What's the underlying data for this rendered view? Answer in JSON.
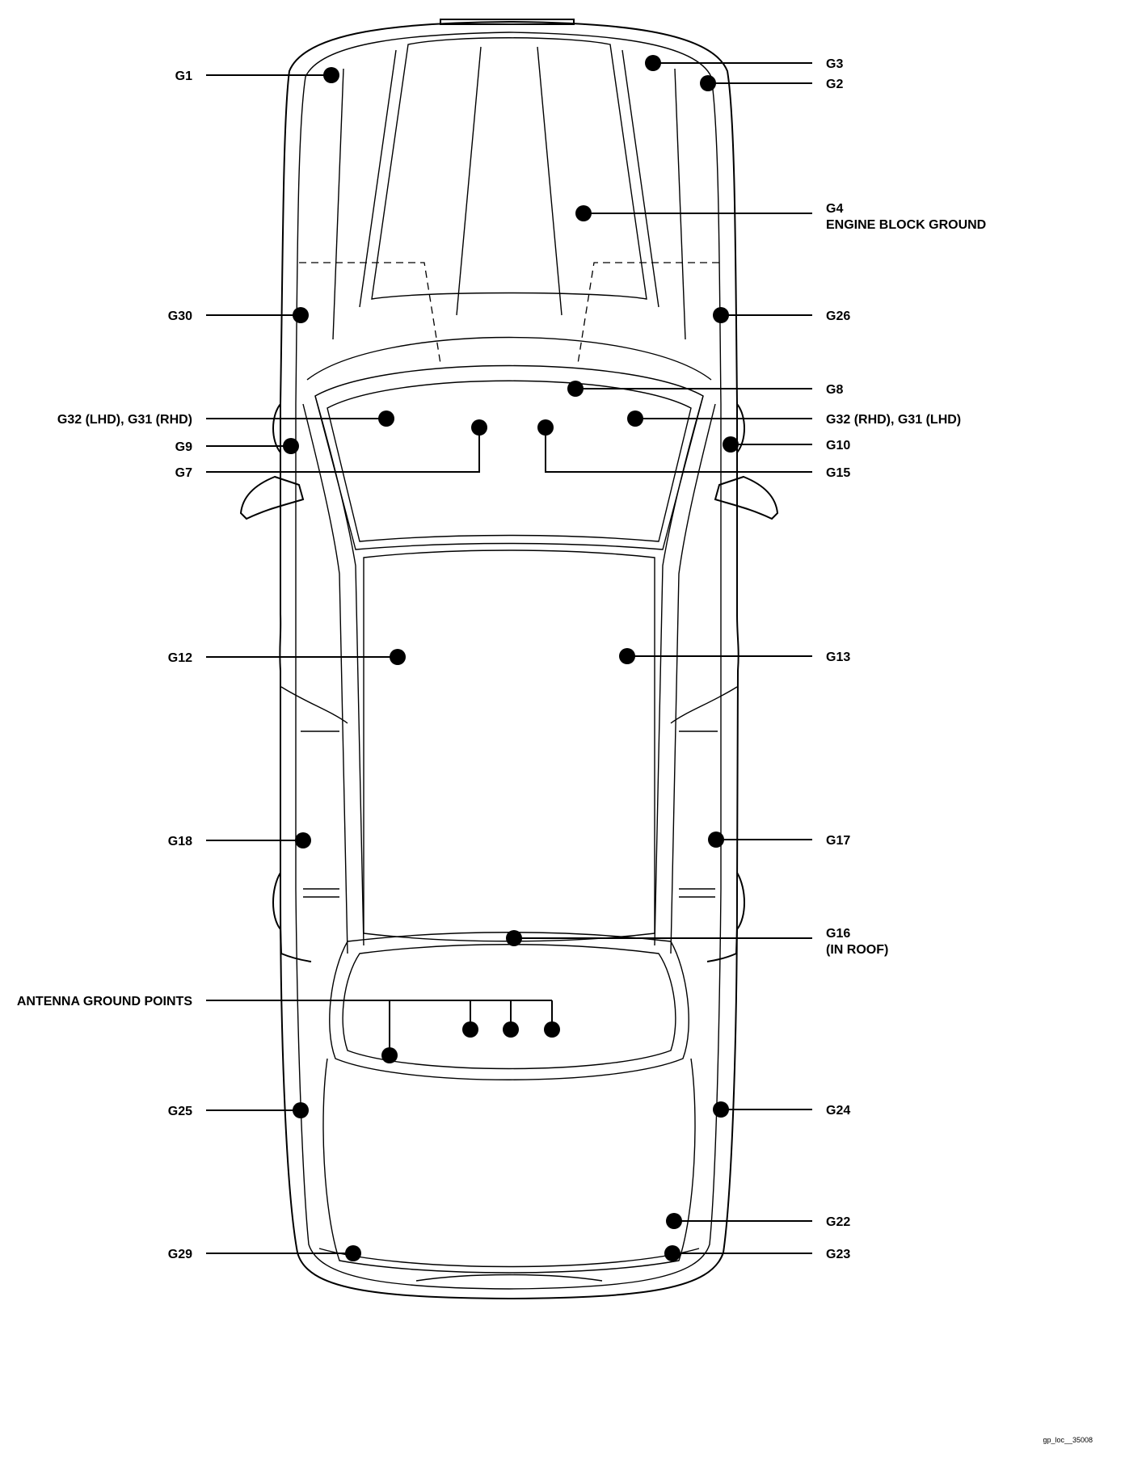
{
  "labels": {
    "g1": "G1",
    "g2": "G2",
    "g3": "G3",
    "g4": "G4",
    "g4_desc": "ENGINE BLOCK GROUND",
    "g30": "G30",
    "g26": "G26",
    "g8": "G8",
    "g32_lhd": "G32 (LHD), G31 (RHD)",
    "g32_rhd": "G32 (RHD), G31 (LHD)",
    "g9": "G9",
    "g10": "G10",
    "g7": "G7",
    "g15": "G15",
    "g12": "G12",
    "g13": "G13",
    "g18": "G18",
    "g17": "G17",
    "g16": "G16",
    "g16_desc": "(IN ROOF)",
    "antenna": "ANTENNA GROUND POINTS",
    "g25": "G25",
    "g24": "G24",
    "g22": "G22",
    "g29": "G29",
    "g23": "G23"
  },
  "image_code": "gp_loc__35008"
}
